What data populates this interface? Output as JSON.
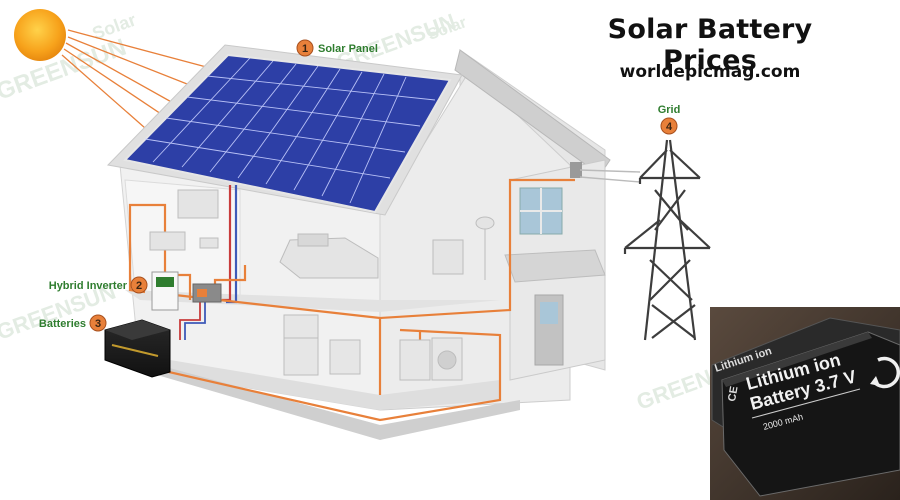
{
  "header": {
    "title": "Solar Battery Prices",
    "site": "worldepicmag.com"
  },
  "diagram": {
    "labels": [
      {
        "number": "1",
        "text": "Solar Panel"
      },
      {
        "number": "2",
        "text": "Hybrid Inverter"
      },
      {
        "number": "3",
        "text": "Batteries"
      },
      {
        "number": "4",
        "text": "Grid"
      }
    ],
    "watermarks": [
      "GREENSUN",
      "Solar"
    ]
  },
  "battery_photo": {
    "back_label": "Lithium ion",
    "front_label_line1": "Lithium ion",
    "front_label_line2": "Battery 3.7 V",
    "capacity": "2000 mAh",
    "mark": "CE"
  },
  "colors": {
    "wire": "#e8803a",
    "panel": "#2d3fa6",
    "label_green": "#2f7d2f",
    "badge": "#e8803a",
    "sun": "#f7a21b",
    "battery_body": "#1c1c1c"
  }
}
